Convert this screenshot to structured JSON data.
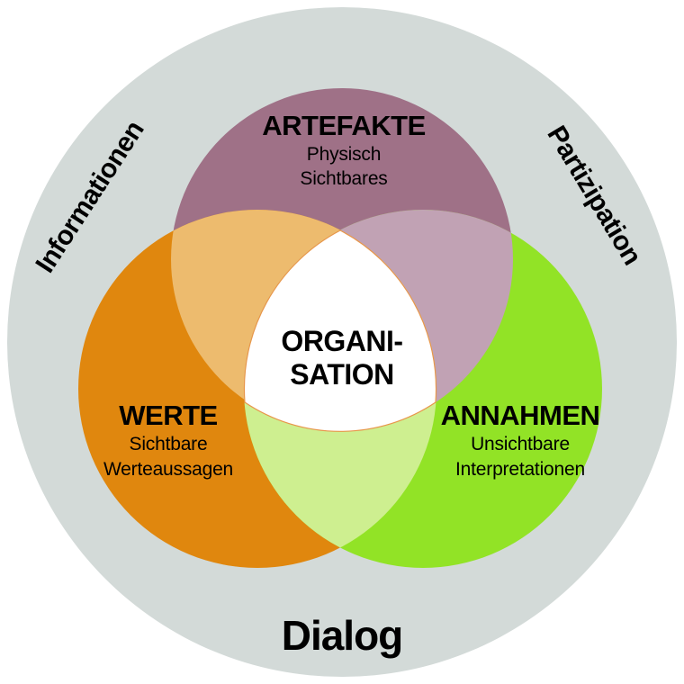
{
  "outer": {
    "top_left_label": "Informationen",
    "top_right_label": "Partizipation",
    "bottom_label": "Dialog"
  },
  "center": {
    "line1": "ORGANI-",
    "line2": "SATION"
  },
  "circles": {
    "artefakte": {
      "title": "ARTEFAKTE",
      "line1": "Physisch",
      "line2": "Sichtbares"
    },
    "werte": {
      "title": "WERTE",
      "line1": "Sichtbare",
      "line2": "Werteaussagen"
    },
    "annahmen": {
      "title": "ANNAHMEN",
      "line1": "Unsichtbare",
      "line2": "Interpretationen"
    }
  },
  "colors": {
    "page_background": "#ffffff",
    "background_ring": "#d3dad8",
    "artefakte": "#9f7187",
    "werte": "#e0870e",
    "annahmen": "#92e326",
    "overlap_artefakte_werte": "#edbb6e",
    "overlap_artefakte_annahmen": "#c1a2b4",
    "overlap_werte_annahmen": "#ceef90",
    "center_fill": "#ffffff",
    "center_outline": "#e8964a",
    "text": "#000000"
  }
}
